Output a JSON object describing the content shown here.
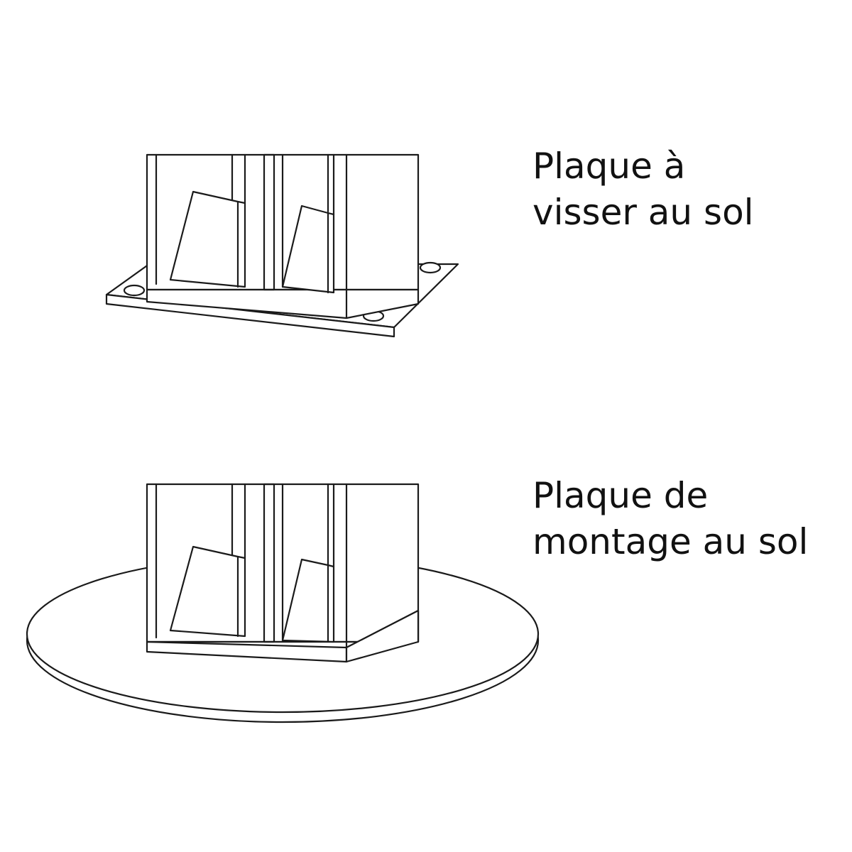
{
  "colors": {
    "line": "#1a1a1a",
    "background": "#ffffff",
    "text": "#111111"
  },
  "options": [
    {
      "name": "screw-plate",
      "label_lines": [
        "Plaque à",
        "visser au sol"
      ]
    },
    {
      "name": "round-base-plate",
      "label_lines": [
        "Plaque de",
        "montage au sol"
      ]
    }
  ]
}
